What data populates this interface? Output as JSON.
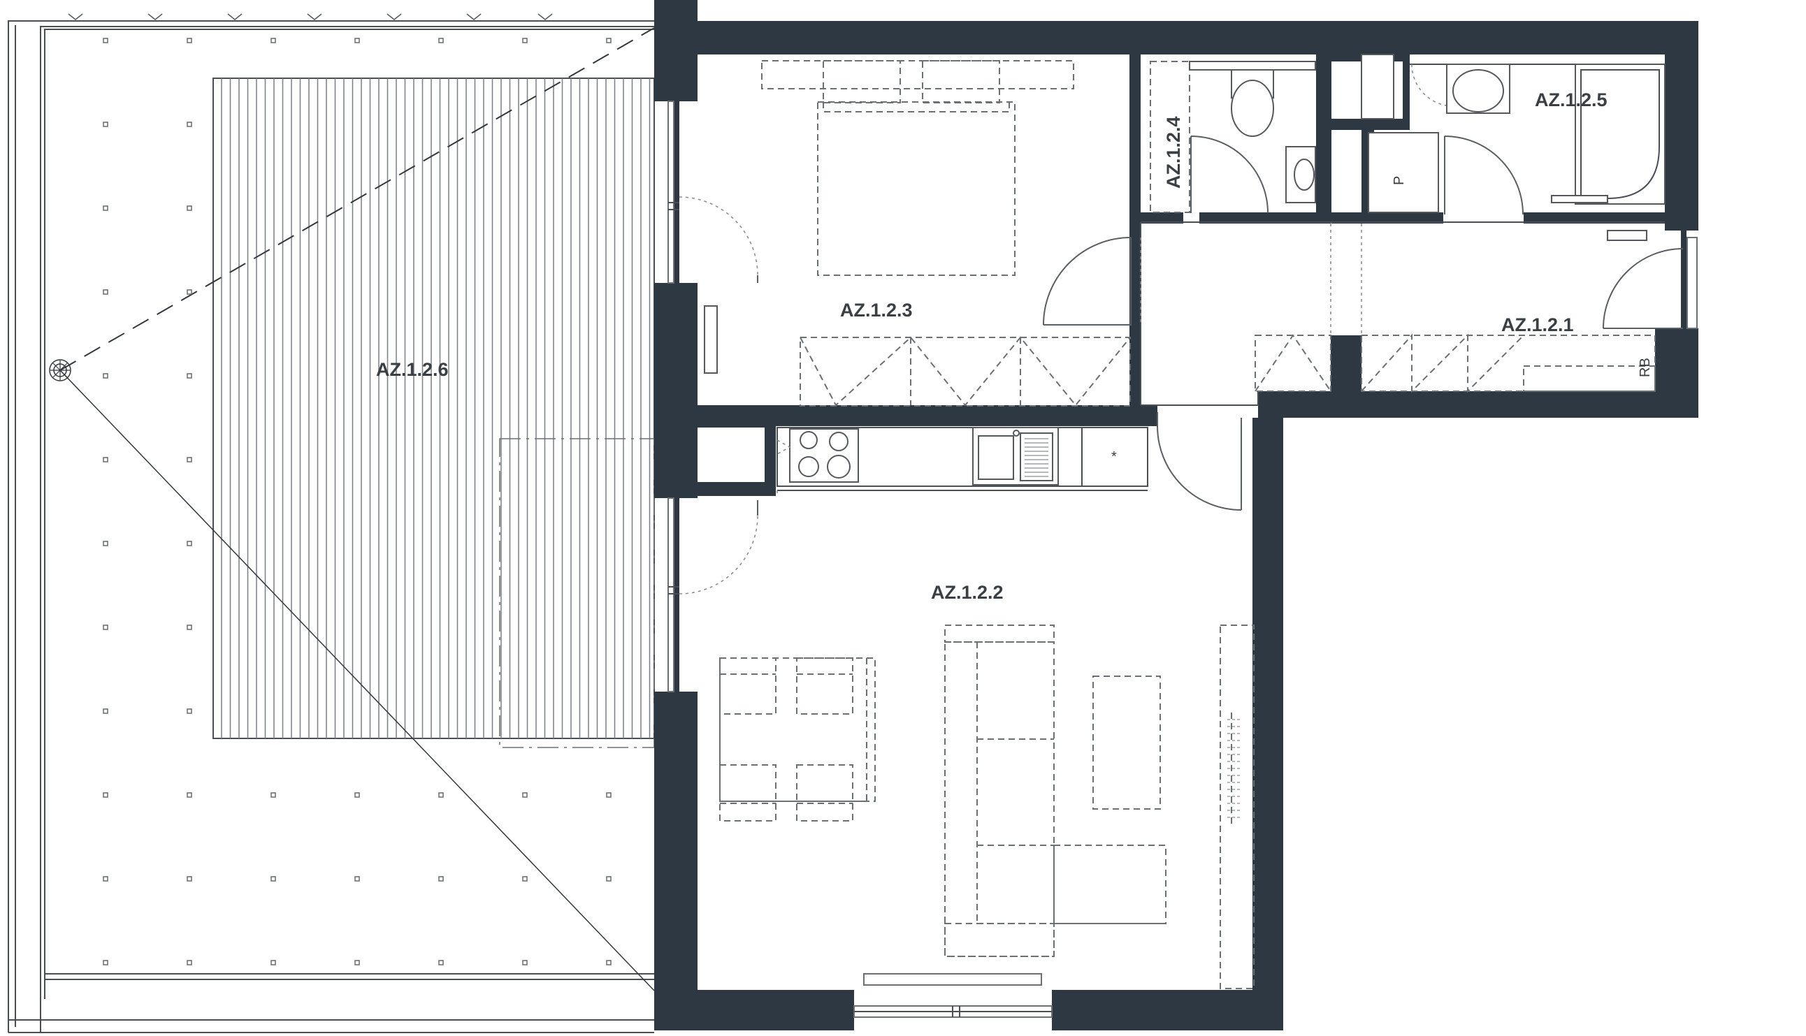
{
  "rooms": {
    "entrance": "AZ.1.2.1",
    "living_kitchen": "AZ.1.2.2",
    "bedroom": "AZ.1.2.3",
    "wc": "AZ.1.2.4",
    "bathroom": "AZ.1.2.5",
    "terrace": "AZ.1.2.6"
  },
  "symbols": {
    "storage_rb": "RB",
    "panel_p": "P",
    "appliance_star": "*"
  },
  "colors": {
    "wall": "#2d3842",
    "line": "#4a4f55",
    "background": "#ffffff"
  }
}
